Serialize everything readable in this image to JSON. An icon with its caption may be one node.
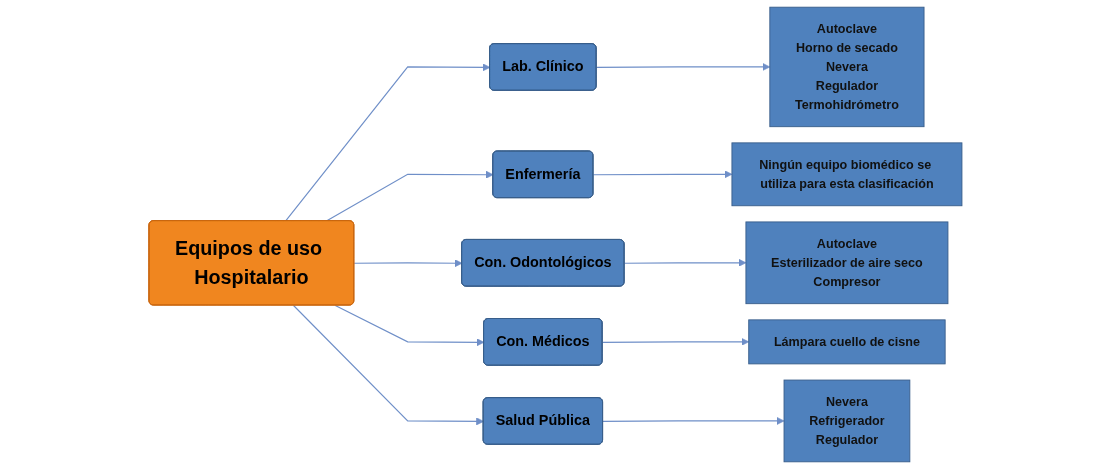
{
  "diagram": {
    "nodes": [
      {
        "text": [
          "Equipos de uso Hospitalario"
        ]
      },
      {
        "text": [
          "Lab. Clínico"
        ]
      },
      {
        "text": [
          "Enfermería"
        ]
      },
      {
        "text": [
          "Con. Odontológicos"
        ]
      },
      {
        "text": [
          "Con. Médicos"
        ]
      },
      {
        "text": [
          "Salud Pública"
        ]
      },
      {
        "text": [
          "Autoclave",
          "Horno de secado",
          "Nevera",
          "Regulador",
          "Termohidrómetro"
        ]
      },
      {
        "text": [
          "Ningún equipo biomédico se utiliza para esta clasificación"
        ]
      },
      {
        "text": [
          "Autoclave",
          "Esterilizador de aire seco",
          "Compresor"
        ]
      },
      {
        "text": [
          "Lámpara cuello de cisne"
        ]
      },
      {
        "text": [
          "Nevera",
          "Refrigerador",
          "Regulador"
        ]
      }
    ],
    "edges": [
      {
        "from": 0,
        "to": 1,
        "arrow": "to"
      },
      {
        "from": 0,
        "to": 2,
        "arrow": "to"
      },
      {
        "from": 0,
        "to": 3,
        "arrow": "to"
      },
      {
        "from": 0,
        "to": 4,
        "arrow": "to"
      },
      {
        "from": 0,
        "to": 5,
        "arrow": "to"
      },
      {
        "from": 1,
        "to": 6,
        "arrow": "to"
      },
      {
        "from": 2,
        "to": 7,
        "arrow": "to"
      },
      {
        "from": 3,
        "to": 8,
        "arrow": "to"
      },
      {
        "from": 4,
        "to": 9,
        "arrow": "to"
      },
      {
        "from": 5,
        "to": 10,
        "arrow": "to"
      }
    ]
  }
}
